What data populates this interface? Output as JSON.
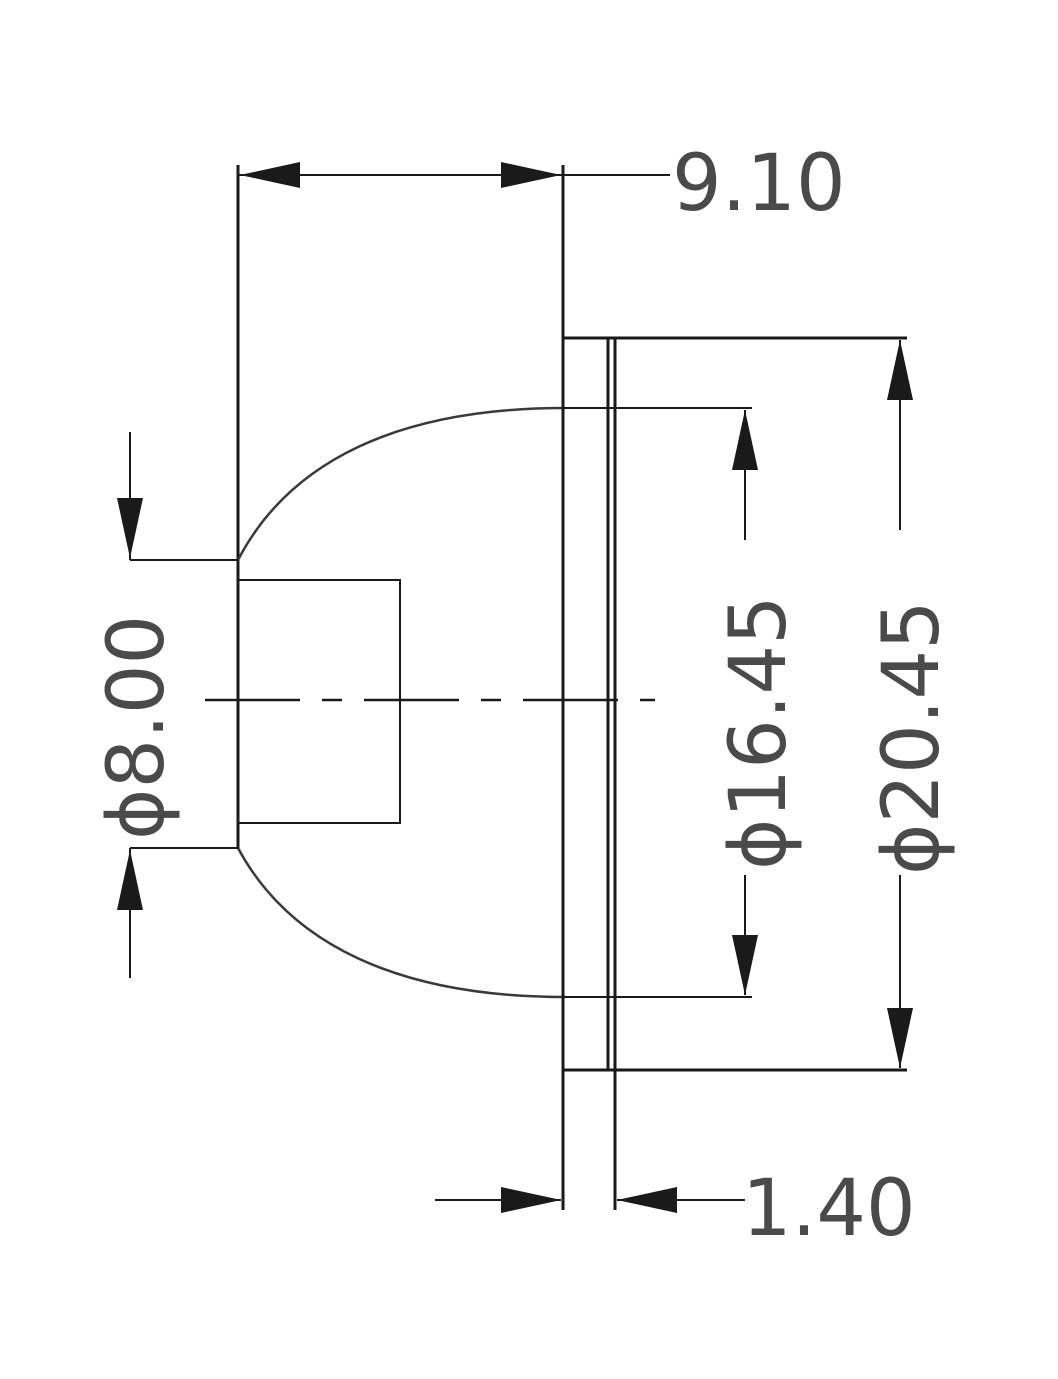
{
  "diagram": {
    "dimensions": {
      "length_total": "9.10",
      "flange_thickness": "1.40",
      "tip_diameter": "ϕ8.00",
      "lens_diameter": "ϕ16.45",
      "flange_diameter": "ϕ20.45"
    },
    "colors": {
      "line": "#1a1a1a",
      "text": "#4a4a4a",
      "background": "#ffffff"
    }
  }
}
